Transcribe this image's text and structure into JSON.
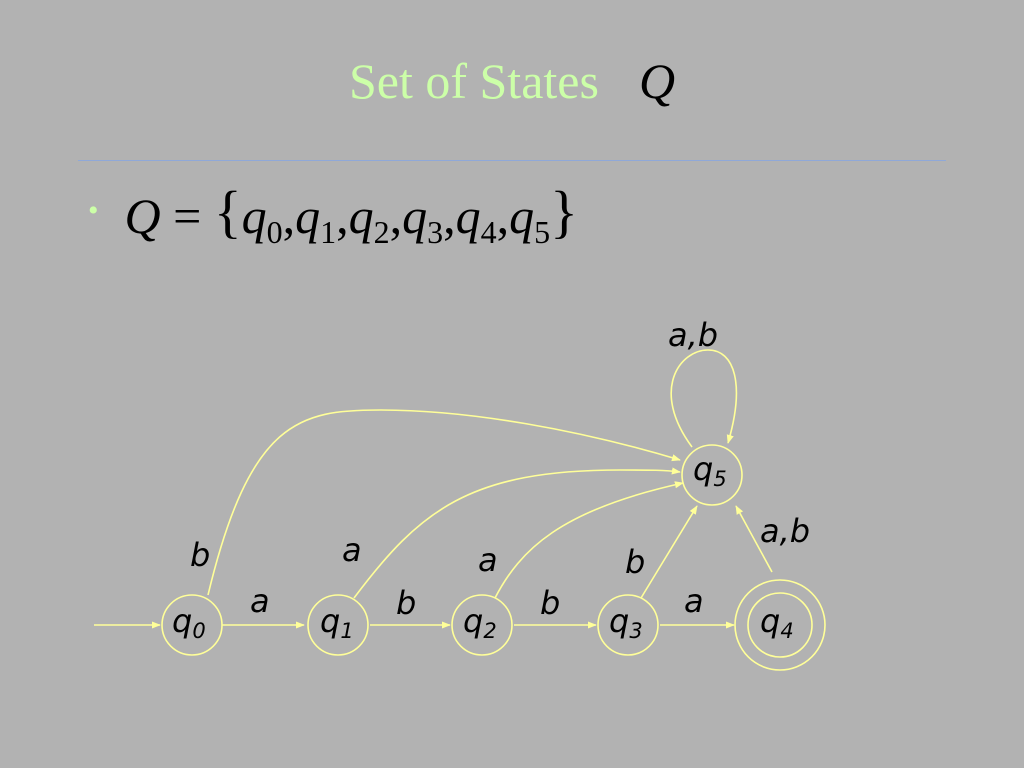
{
  "slide": {
    "title": "Set of States",
    "title_variable": "Q"
  },
  "bullet": {
    "lhs": "Q",
    "equals": "=",
    "set_members": [
      {
        "base": "q",
        "index": "0"
      },
      {
        "base": "q",
        "index": "1"
      },
      {
        "base": "q",
        "index": "2"
      },
      {
        "base": "q",
        "index": "3"
      },
      {
        "base": "q",
        "index": "4"
      },
      {
        "base": "q",
        "index": "5"
      }
    ]
  },
  "automaton": {
    "states": [
      {
        "id": "q0",
        "base": "q",
        "index": "0",
        "initial": true,
        "accepting": false
      },
      {
        "id": "q1",
        "base": "q",
        "index": "1",
        "initial": false,
        "accepting": false
      },
      {
        "id": "q2",
        "base": "q",
        "index": "2",
        "initial": false,
        "accepting": false
      },
      {
        "id": "q3",
        "base": "q",
        "index": "3",
        "initial": false,
        "accepting": false
      },
      {
        "id": "q4",
        "base": "q",
        "index": "4",
        "initial": false,
        "accepting": true
      },
      {
        "id": "q5",
        "base": "q",
        "index": "5",
        "initial": false,
        "accepting": false
      }
    ],
    "transitions": [
      {
        "from": "q0",
        "to": "q1",
        "label": "a"
      },
      {
        "from": "q1",
        "to": "q2",
        "label": "b"
      },
      {
        "from": "q2",
        "to": "q3",
        "label": "b"
      },
      {
        "from": "q3",
        "to": "q4",
        "label": "a"
      },
      {
        "from": "q0",
        "to": "q5",
        "label": "b"
      },
      {
        "from": "q1",
        "to": "q5",
        "label": "a"
      },
      {
        "from": "q2",
        "to": "q5",
        "label": "a"
      },
      {
        "from": "q3",
        "to": "q5",
        "label": "b"
      },
      {
        "from": "q4",
        "to": "q5",
        "label": "a,b"
      },
      {
        "from": "q5",
        "to": "q5",
        "label": "a,b"
      }
    ]
  },
  "colors": {
    "background": "#b2b2b2",
    "title_text": "#ccffa8",
    "diagram_stroke": "#ffff99",
    "rule": "#8fa8d8"
  }
}
